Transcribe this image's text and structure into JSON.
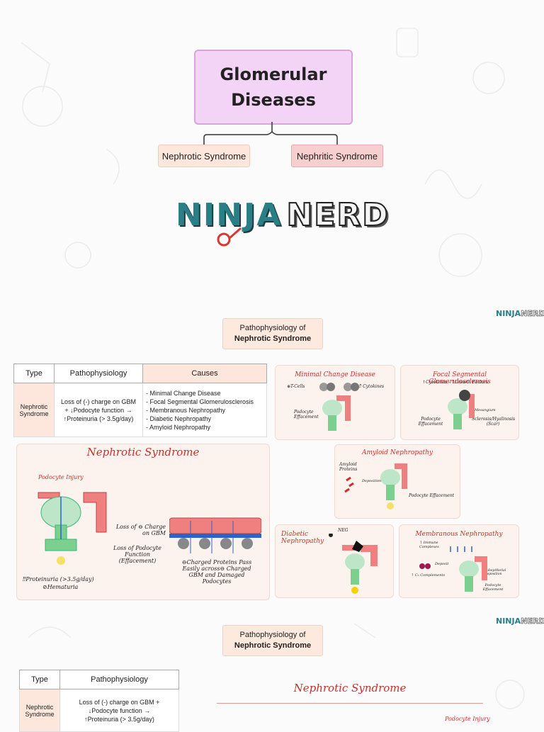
{
  "title": {
    "line1": "Glomerular",
    "line2": "Diseases"
  },
  "branches": {
    "left": "Nephrotic Syndrome",
    "right": "Nephritic Syndrome"
  },
  "logo": {
    "part1": "NINJA",
    "part2": "NERD"
  },
  "section": {
    "line1": "Pathophysiology of",
    "line2": "Nephrotic Syndrome"
  },
  "table": {
    "headers": [
      "Type",
      "Pathophysiology",
      "Causes"
    ],
    "type": "Nephrotic Syndrome",
    "patho": [
      "Loss of (-) charge on GBM",
      "+ ↓Podocyte function →",
      "↑Proteinuria (> 3.5g/day)"
    ],
    "causes": [
      "- Minimal Change Disease",
      "- Focal Segmental Glomerulosclerosis",
      "- Membranous Nephropathy",
      "- Diabetic Nephropathy",
      "- Amyloid Nephropathy"
    ]
  },
  "main_panel": {
    "title": "Nephrotic Syndrome",
    "podocyte_injury": "Podocyte Injury",
    "loss_charge": "Loss of ⊖ Charge on GBM",
    "loss_podocyte": "Loss of Podocyte Function (Effacement)",
    "charged_proteins": "⊖Charged Proteins Pass Easily across⊖ Charged GBM and Damaged Podocytes",
    "proteinuria": "‼Proteinuria (>3.5g/day)",
    "hematuria": "⊘Hematuria"
  },
  "minimal_change": {
    "title": "Minimal Change Disease",
    "tcells": "⊕T-Cells",
    "cytokines": "‼ Cytokines",
    "effacement": "Podocyte Effacement"
  },
  "fsgs": {
    "title": "Focal Segmental Glomerulosclerosis",
    "top": "↑Cytokines - ↑Growth Factors",
    "mesangium": "Mesangium",
    "effacement": "Podocyte Effacement",
    "sclerosis": "Sclerosis/Hyalinosis (Scar)"
  },
  "amyloid": {
    "title": "Amyloid Nephropathy",
    "proteins": "Amyloid Proteins",
    "deposition": "Deposition",
    "effacement": "Podocyte Effacement"
  },
  "diabetic": {
    "title": "Diabetic Nephropathy",
    "neg": "NEG"
  },
  "membranous": {
    "title": "Membranous Nephropathy",
    "immune": "↑ Immune Complexes",
    "deposit": "Deposit",
    "complements": "↑ C₃ Complements",
    "subepithelial": "Subepithelial Deposition",
    "effacement": "Podocyte Effacement"
  },
  "bottom": {
    "section_line1": "Pathophysiology of",
    "section_line2": "Nephrotic Syndrome",
    "headers": [
      "Type",
      "Pathophysiology"
    ],
    "type": "Nephrotic Syndrome",
    "patho": [
      "Loss of (-) charge on GBM +",
      "↓Podocyte function →",
      "↑Proteinuria (> 3.5g/day)"
    ],
    "panel_title": "Nephrotic Syndrome",
    "podocyte_injury": "Podocyte Injury"
  },
  "colors": {
    "accent_red": "#c9302c",
    "logo_teal": "#2a7e86",
    "title_pink": "#f4d4f6",
    "panel_peach": "#fdf3ee"
  }
}
